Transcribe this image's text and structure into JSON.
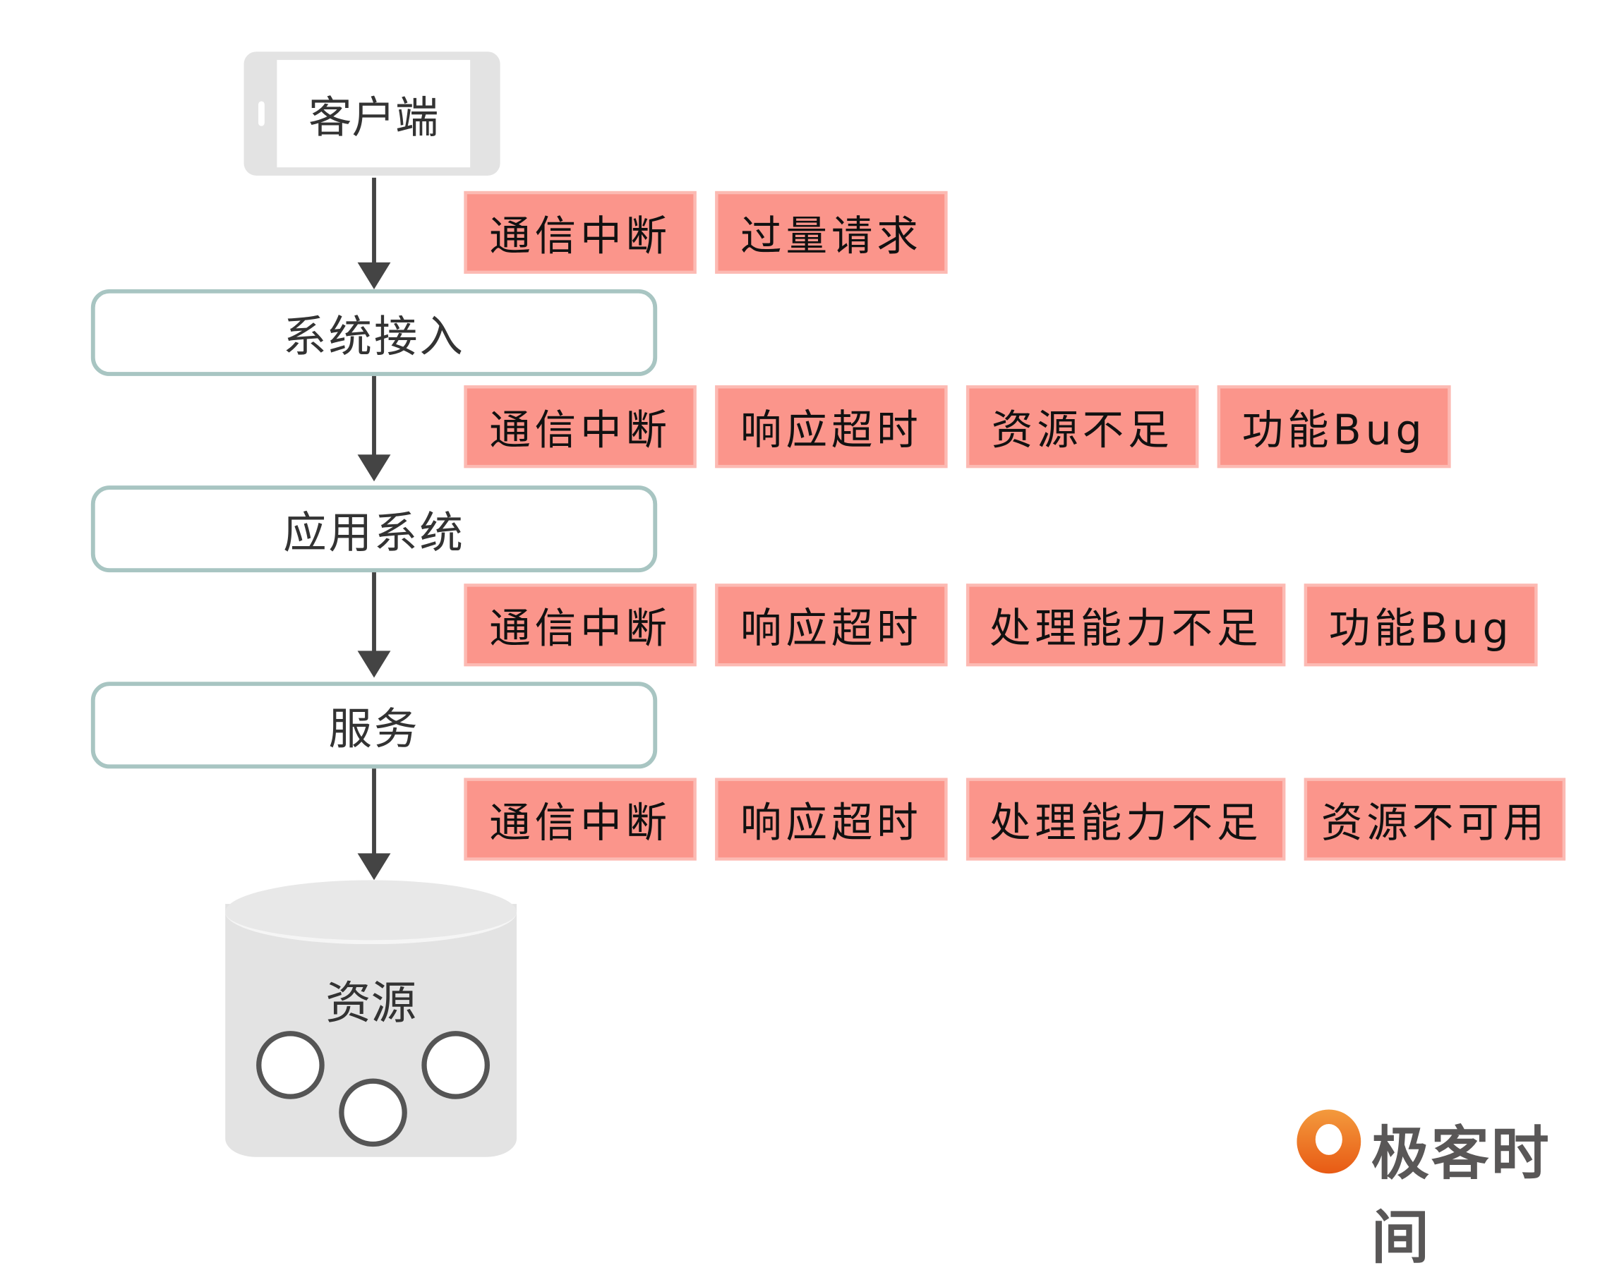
{
  "client": "客户端",
  "layers": [
    "系统接入",
    "应用系统",
    "服务"
  ],
  "resource": "资源",
  "tag_rows": [
    [
      "通信中断",
      "过量请求"
    ],
    [
      "通信中断",
      "响应超时",
      "资源不足",
      "功能Bug"
    ],
    [
      "通信中断",
      "响应超时",
      "处理能力不足",
      "功能Bug"
    ],
    [
      "通信中断",
      "响应超时",
      "处理能力不足",
      "资源不可用"
    ]
  ],
  "logo": "极客时间",
  "colors": {
    "tag": "#fb958b",
    "box_border": "#a8c5c2",
    "arrow": "#444444",
    "logo_orange": "#e85a14"
  }
}
